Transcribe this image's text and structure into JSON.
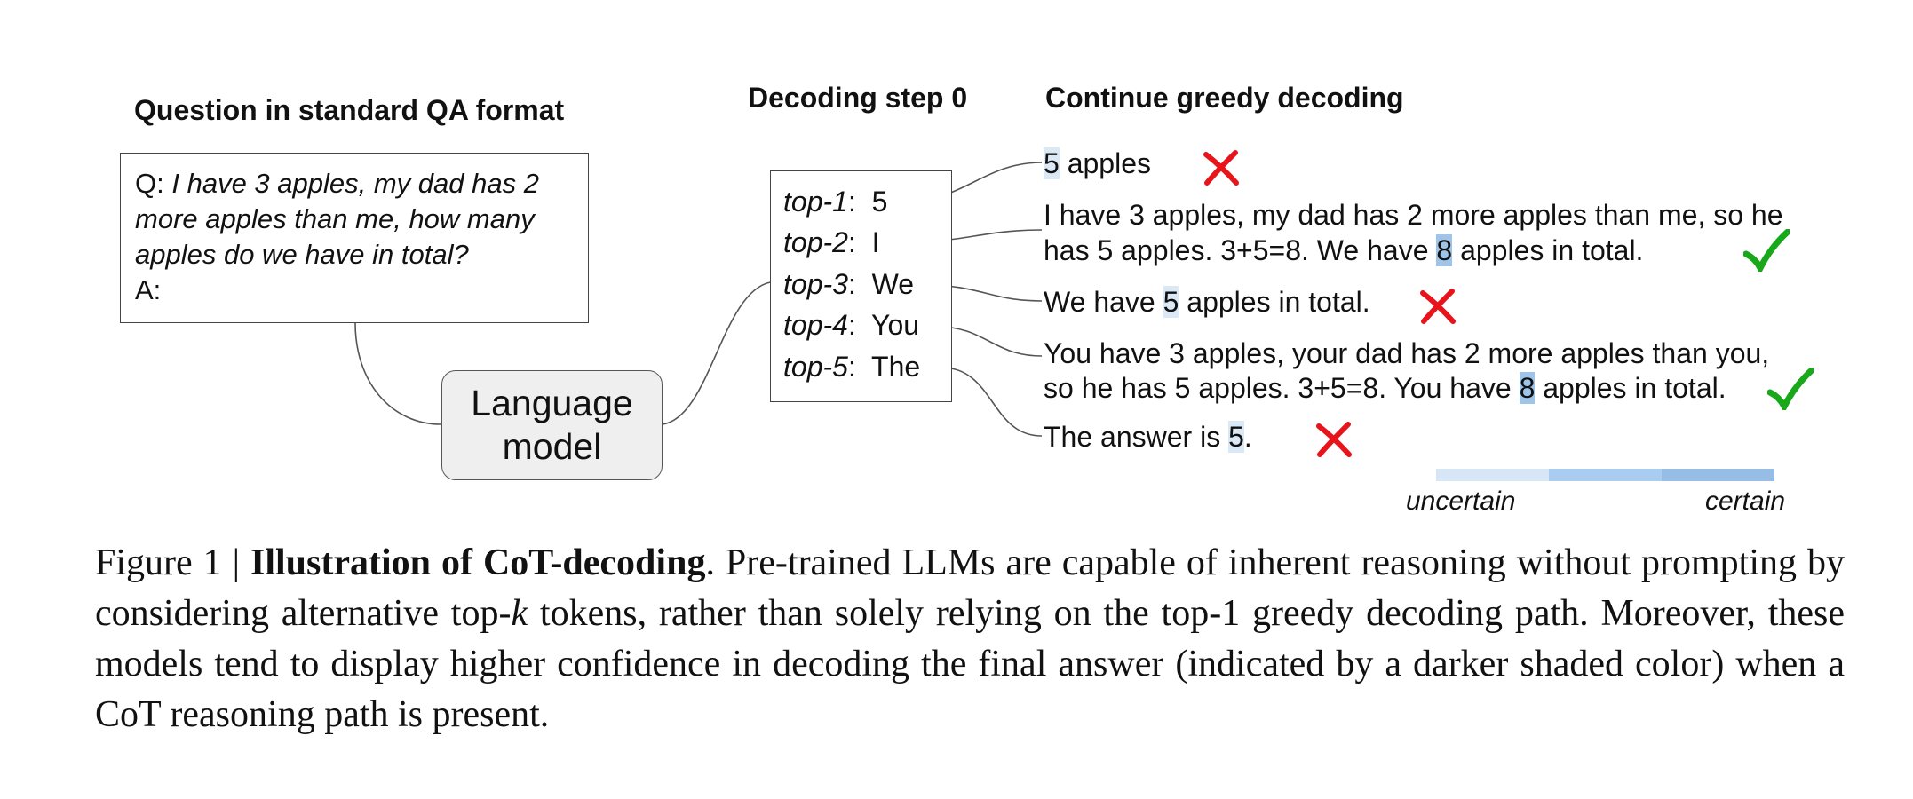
{
  "headings": {
    "question": "Question in standard QA format",
    "decoding_step": "Decoding step 0",
    "continue": "Continue greedy decoding"
  },
  "question_box": {
    "q_prefix": "Q:",
    "q_line1": "I have 3 apples, my dad has 2",
    "q_line2": "more apples than me, how many",
    "q_line3": "apples do we have in total?",
    "a_label": "A:"
  },
  "language_model": {
    "line1": "Language",
    "line2": "model"
  },
  "top_tokens": [
    {
      "label": "top-1",
      "token": "5"
    },
    {
      "label": "top-2",
      "token": "I"
    },
    {
      "label": "top-3",
      "token": "We"
    },
    {
      "label": "top-4",
      "token": "You"
    },
    {
      "label": "top-5",
      "token": "The"
    }
  ],
  "paths": {
    "p1": {
      "answer": "5",
      "after": " apples",
      "correct": false
    },
    "p2": {
      "line1": "I have 3 apples, my dad has 2 more apples than me, so he",
      "before": "has 5 apples. 3+5=8. We have ",
      "answer": "8",
      "after": " apples in total.",
      "correct": true
    },
    "p3": {
      "before": "We have ",
      "answer": "5",
      "after": " apples in total.",
      "correct": false
    },
    "p4": {
      "line1": "You have 3 apples, your dad has 2 more apples than you,",
      "before": "so he has 5 apples. 3+5=8. You have ",
      "answer": "8",
      "after": " apples in total.",
      "correct": true
    },
    "p5": {
      "before": "The answer is ",
      "answer": "5",
      "after": ".",
      "correct": false
    }
  },
  "confidence_scale": {
    "low_label": "uncertain",
    "high_label": "certain",
    "colors": [
      "#d6e6f7",
      "#a9cdf0",
      "#96bde6"
    ]
  },
  "colors": {
    "light_highlight": "#dbe8f6",
    "dark_highlight": "#9fc4ea",
    "cross": "#e8141c",
    "check": "#18a81a"
  },
  "caption": {
    "prefix": "Figure 1 | ",
    "title": "Illustration of CoT-decoding",
    "text_a": ". Pre-trained LLMs are capable of inherent reasoning without prompting by considering alternative top-",
    "k": "k",
    "text_b": " tokens, rather than solely relying on the top-1 greedy decoding path. Moreover, these models tend to display higher confidence in decoding the final answer (indicated by a darker shaded color) when a CoT reasoning path is present."
  }
}
